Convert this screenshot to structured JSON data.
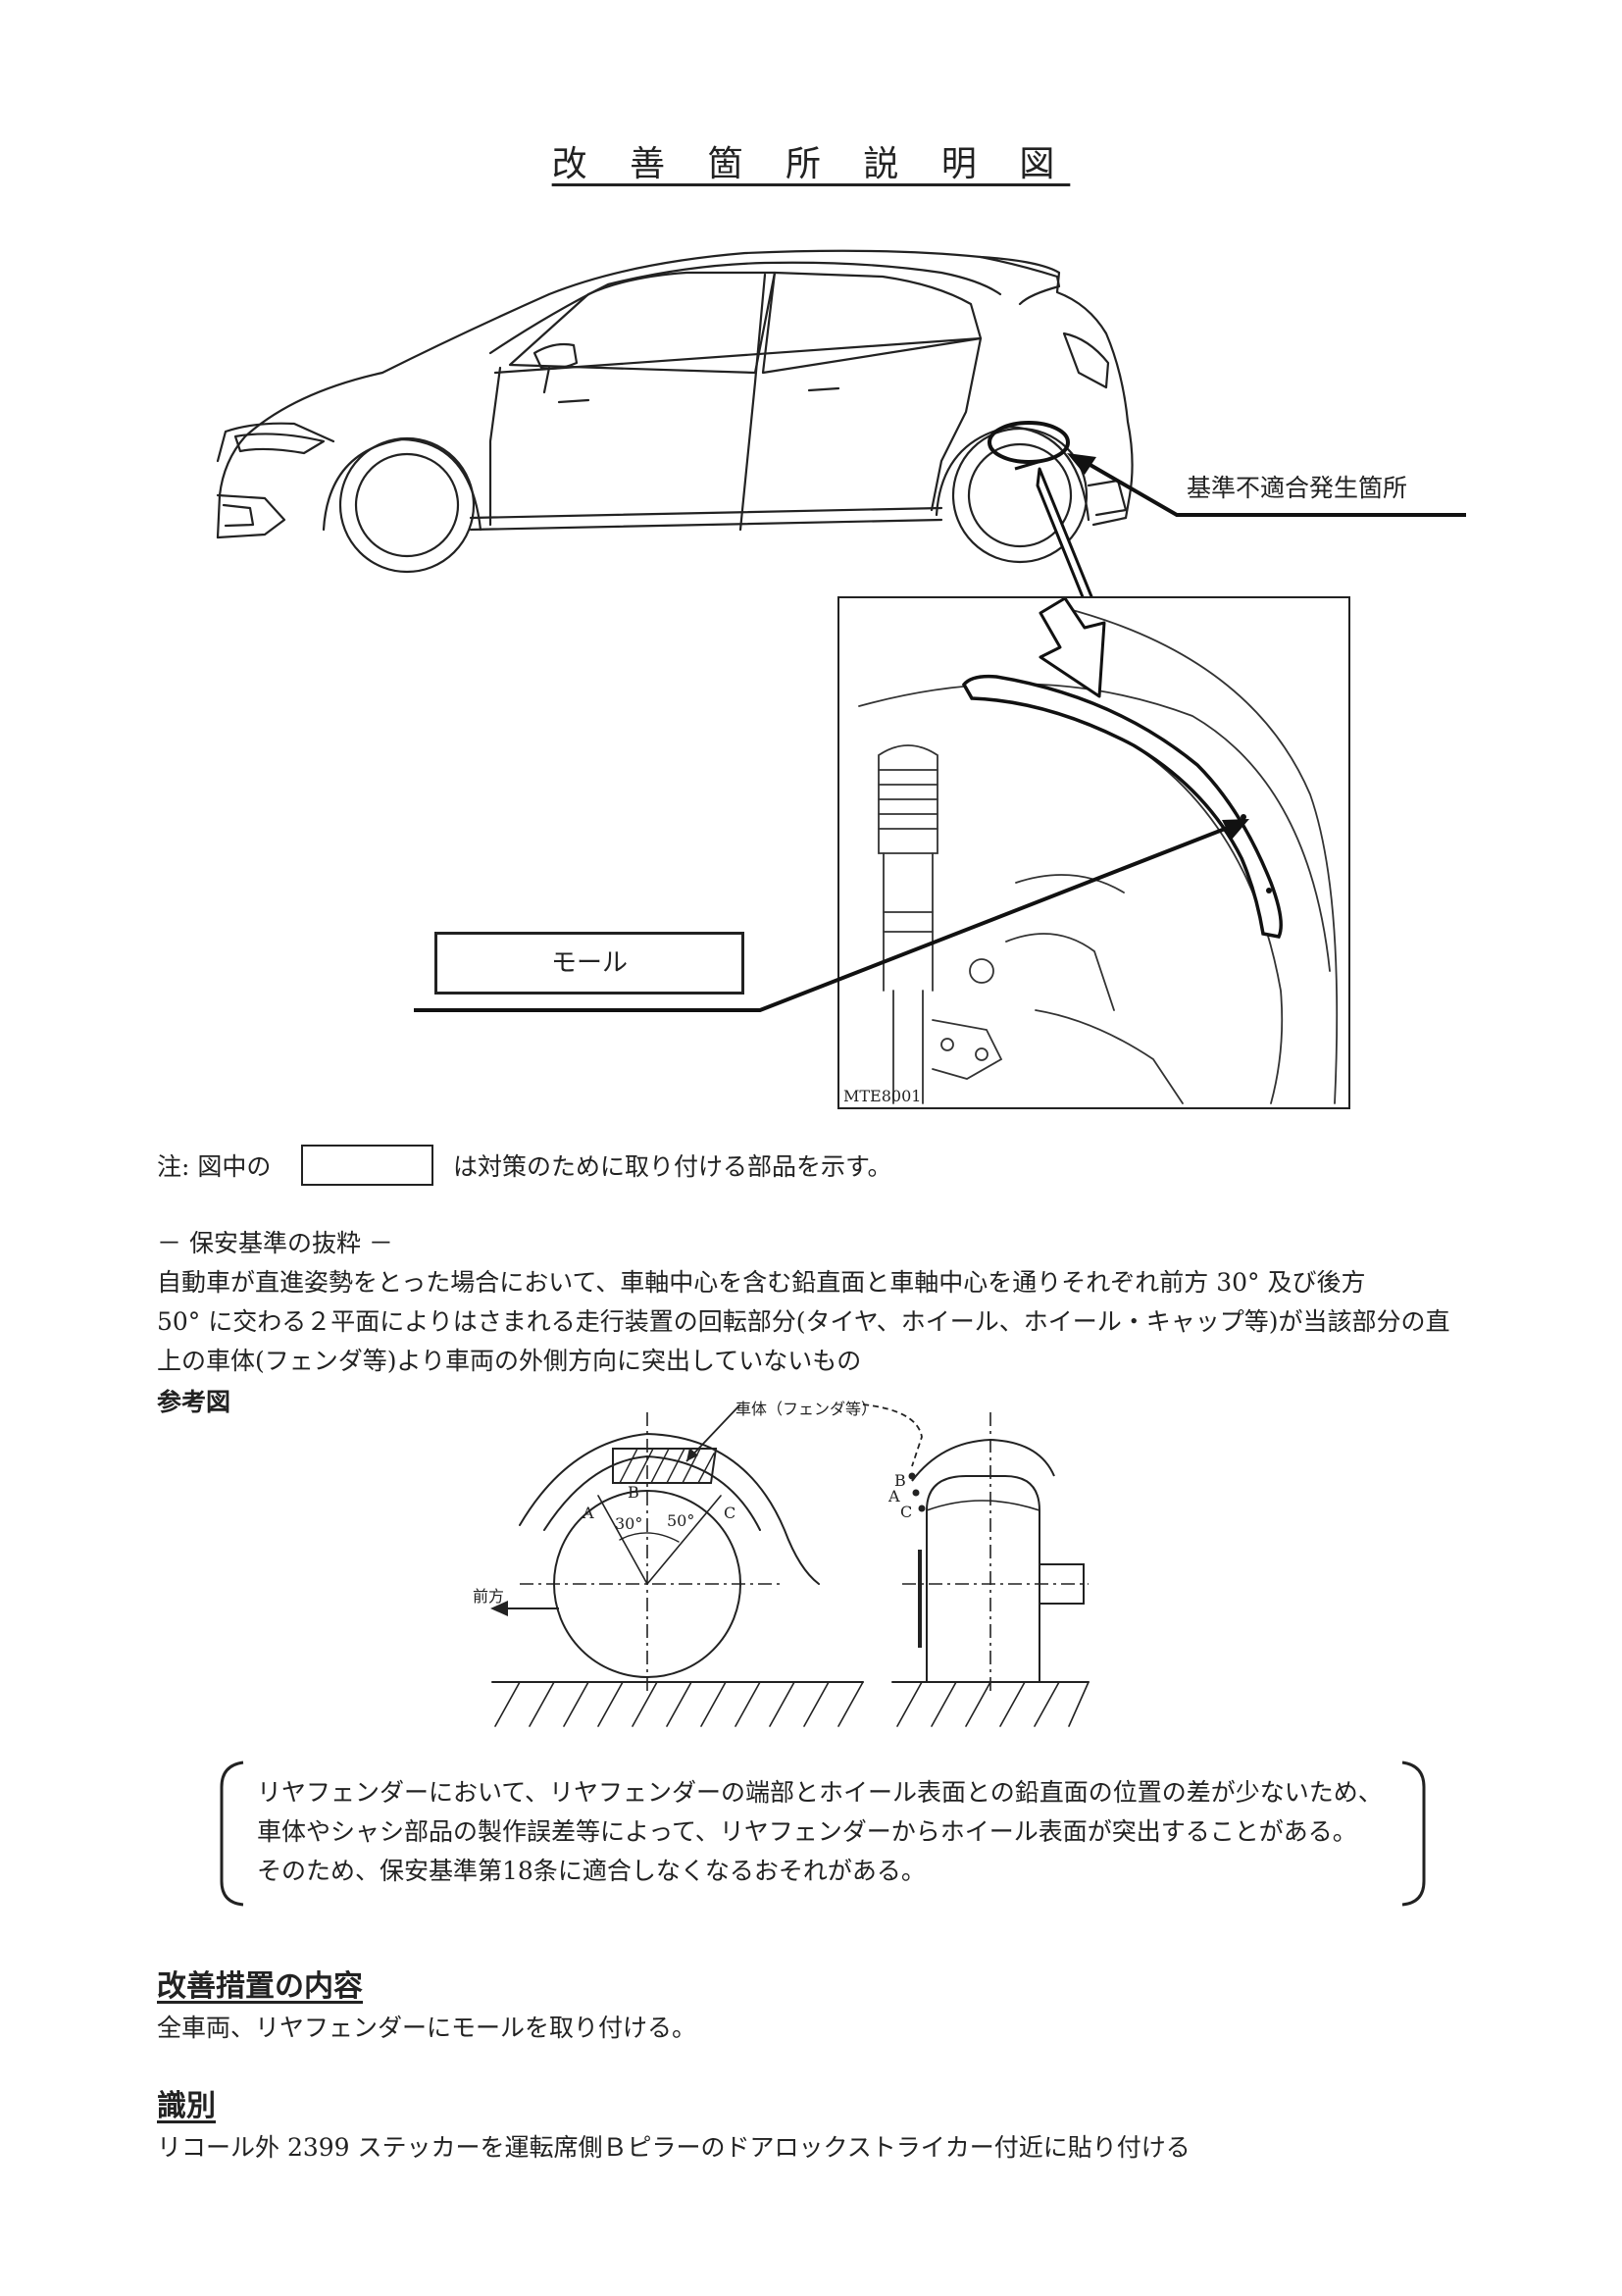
{
  "title": "改 善 箇 所 説 明 図",
  "callouts": {
    "nonconformity_location": "基準不適合発生箇所",
    "part_label": "モール",
    "figure_code": "MTE8001"
  },
  "note": {
    "prefix": "注: 図中の",
    "suffix": "は対策のために取り付ける部品を示す。"
  },
  "standard_excerpt": {
    "heading": "－ 保安基準の抜粋 －",
    "lines": [
      "自動車が直進姿勢をとった場合において、車軸中心を含む鉛直面と車軸中心を通りそれぞれ前方 30° 及び後方",
      "50° に交わる２平面によりはさまれる走行装置の回転部分(タイヤ、ホイール、ホイール・キャップ等)が当該部分の直",
      "上の車体(フェンダ等)より車両の外側方向に突出していないもの"
    ]
  },
  "reference_figure": {
    "heading": "参考図",
    "body_label": "車体（フェンダ等）",
    "forward_label": "前方",
    "angle_front": "30°",
    "angle_rear": "50°",
    "points": [
      "A",
      "B",
      "C"
    ]
  },
  "cause_box": {
    "lines": [
      "リヤフェンダーにおいて、リヤフェンダーの端部とホイール表面との鉛直面の位置の差が少ないため、",
      "車体やシャシ部品の製作誤差等によって、リヤフェンダーからホイール表面が突出することがある。",
      "そのため、保安基準第18条に適合しなくなるおそれがある。"
    ]
  },
  "measure": {
    "heading": "改善措置の内容",
    "text": "全車両、リヤフェンダーにモールを取り付ける。"
  },
  "identification": {
    "heading": "識別",
    "text": "リコール外 2399 ステッカーを運転席側Ｂピラーのドアロックストライカー付近に貼り付ける"
  }
}
